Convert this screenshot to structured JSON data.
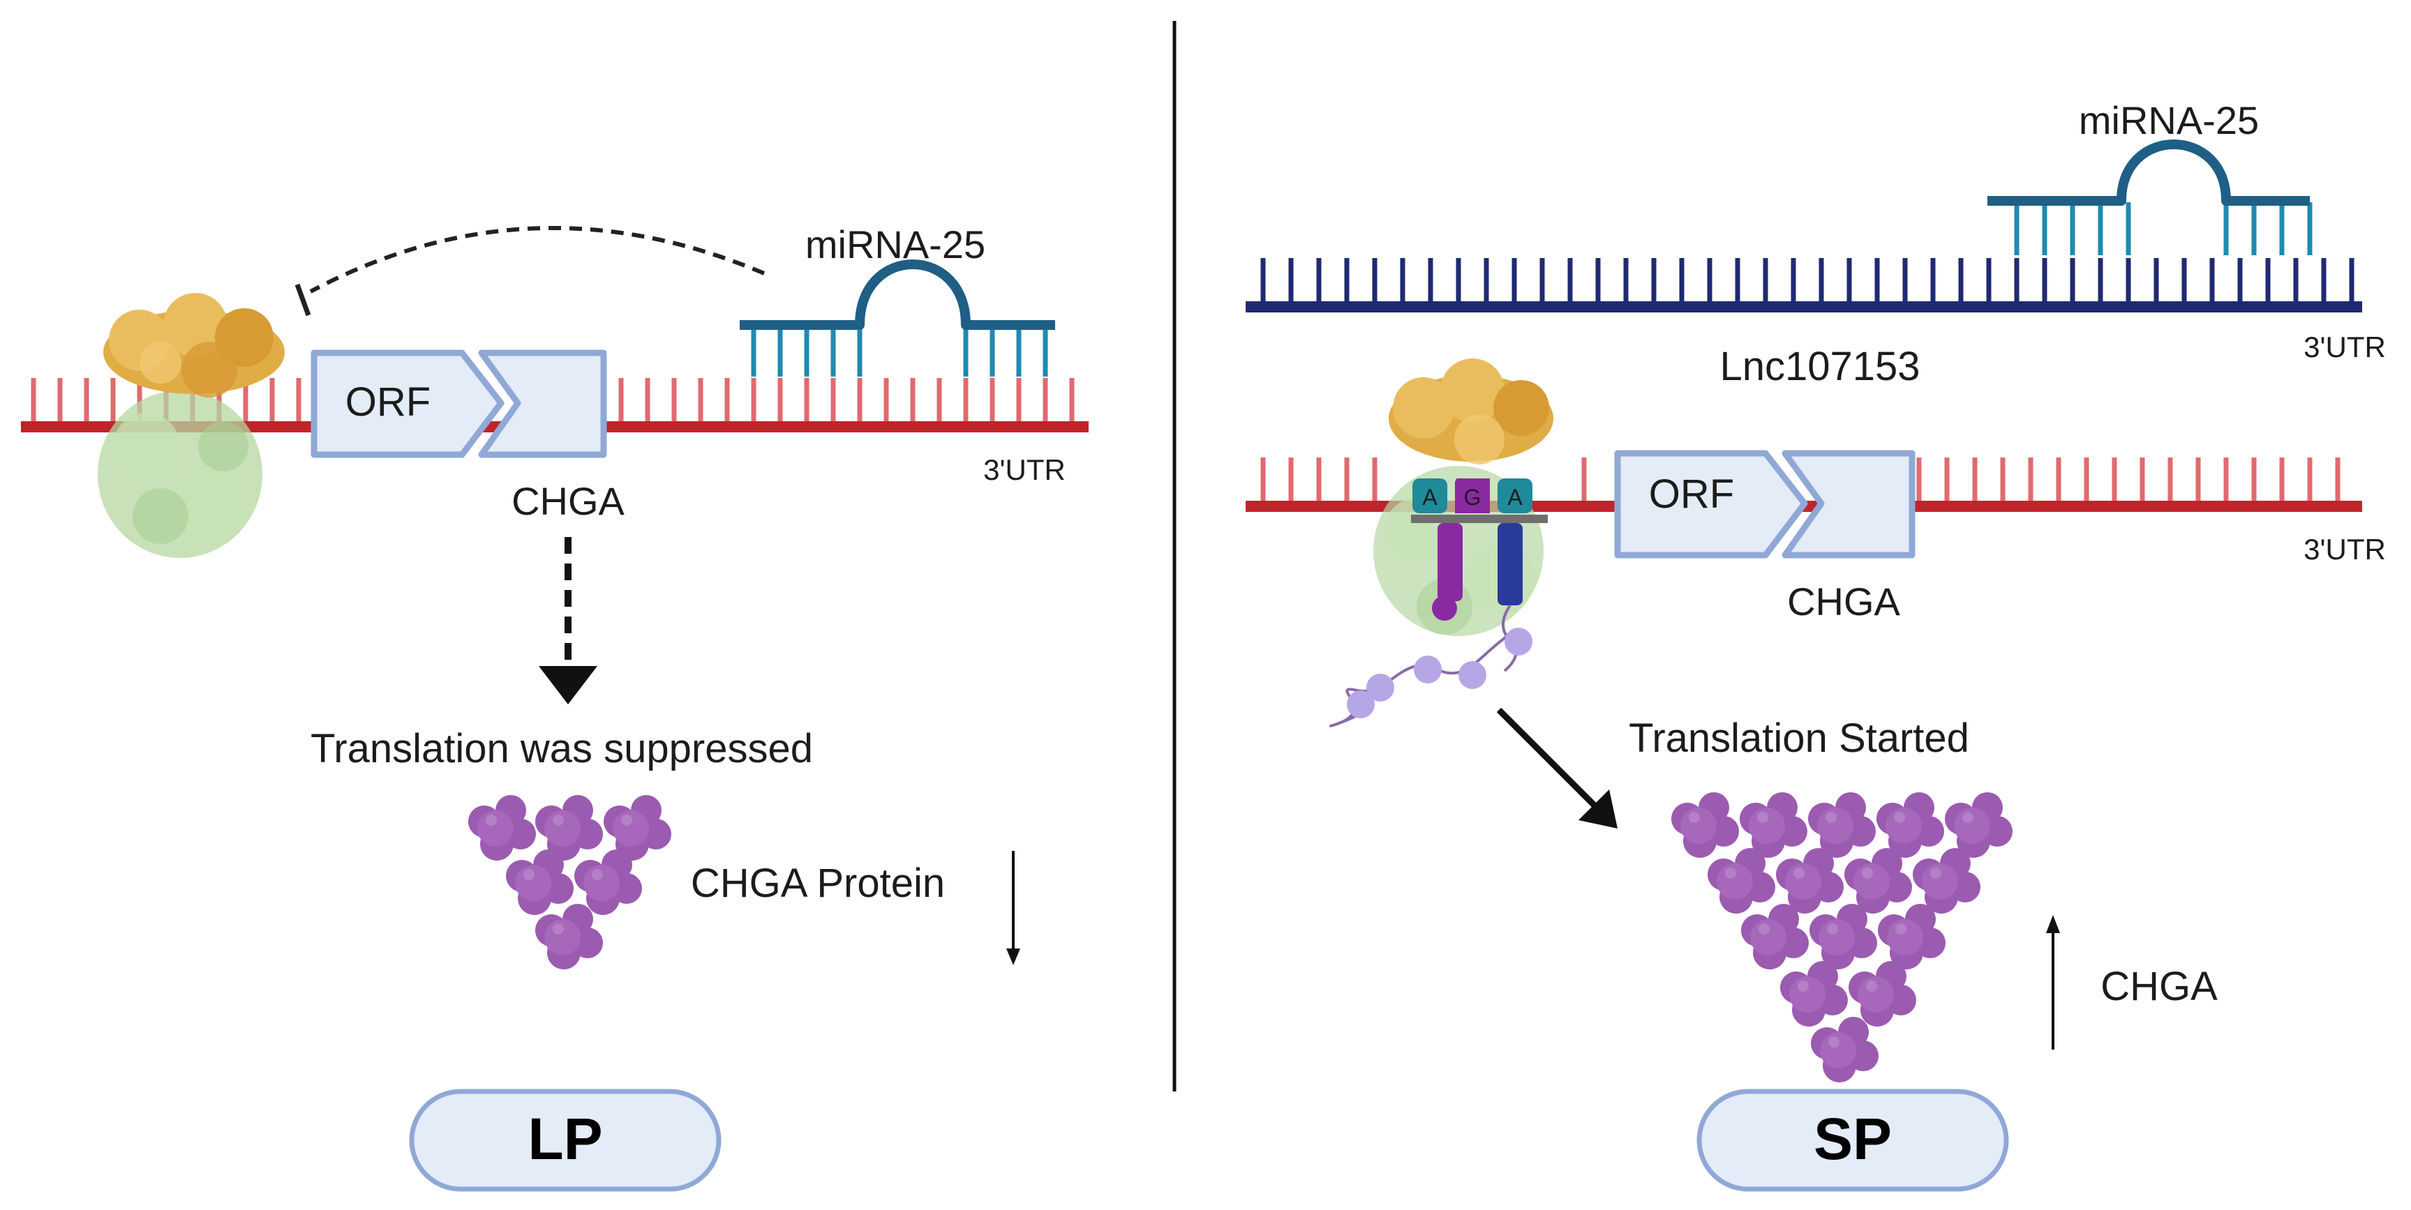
{
  "left_panel": {
    "mirna_label": "miRNA-25",
    "orf_label": "ORF",
    "gene_label": "CHGA",
    "utr_label": "3'UTR",
    "translation_label": "Translation was suppressed",
    "protein_label": "CHGA Protein",
    "protein_change": "decrease",
    "group_label": "LP"
  },
  "right_panel": {
    "mirna_label": "miRNA-25",
    "lnc_label": "Lnc107153",
    "lnc_utr_label": "3'UTR",
    "orf_label": "ORF",
    "gene_label": "CHGA",
    "utr_label": "3'UTR",
    "trna_codons": [
      "A",
      "G",
      "A"
    ],
    "translation_label": "Translation Started",
    "protein_label": "CHGA",
    "protein_change": "increase",
    "group_label": "SP"
  },
  "colors": {
    "mrna": "#c0242b",
    "mrna_teeth": "#e06a6f",
    "mirna": "#1f5f85",
    "mirna_teeth": "#1f8ab0",
    "lnc_rna": "#1f2a72",
    "orf_fill": "#e3ecf7",
    "orf_stroke": "#90a8d6",
    "pill_fill": "#e3ecf7",
    "protein": "#9b5bb0",
    "ribosome_large": "#e0ac45",
    "ribosome_small": "#b5d7a2"
  }
}
